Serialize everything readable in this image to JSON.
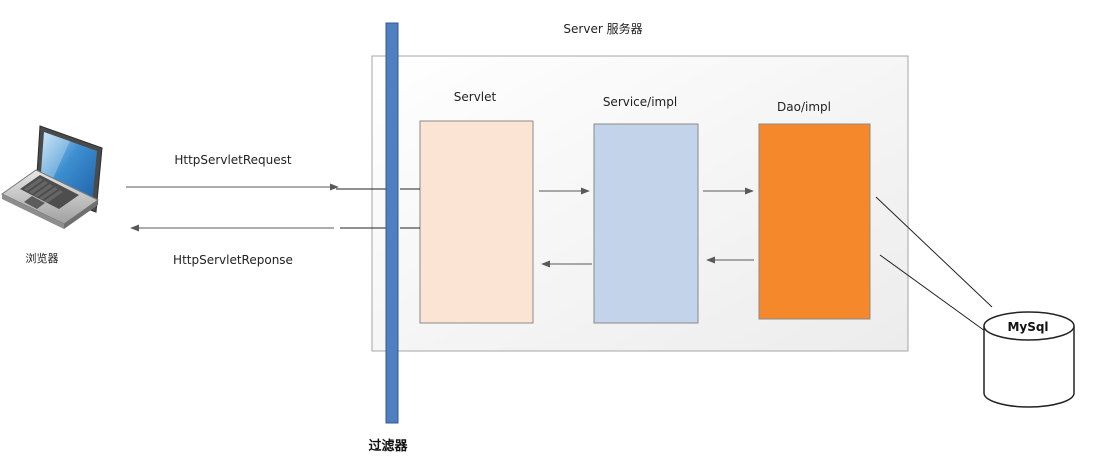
{
  "server": {
    "title": "Server  服务器"
  },
  "browser": {
    "label": "浏览器"
  },
  "filter": {
    "label": "过滤器"
  },
  "request": {
    "label": "HttpServletRequest"
  },
  "response": {
    "label": "HttpServletReponse"
  },
  "servlet": {
    "label": "Servlet",
    "color": "#fce4d4"
  },
  "service": {
    "label": "Service/impl",
    "color": "#c2d3ea"
  },
  "dao": {
    "label": "Dao/impl",
    "color": "#f5882b"
  },
  "database": {
    "label": "MySql"
  },
  "colors": {
    "filter_bar": "#4f7fc0",
    "filter_bar_border": "#35598f",
    "server_border": "#a6a6a6",
    "arrow": "#595959"
  }
}
